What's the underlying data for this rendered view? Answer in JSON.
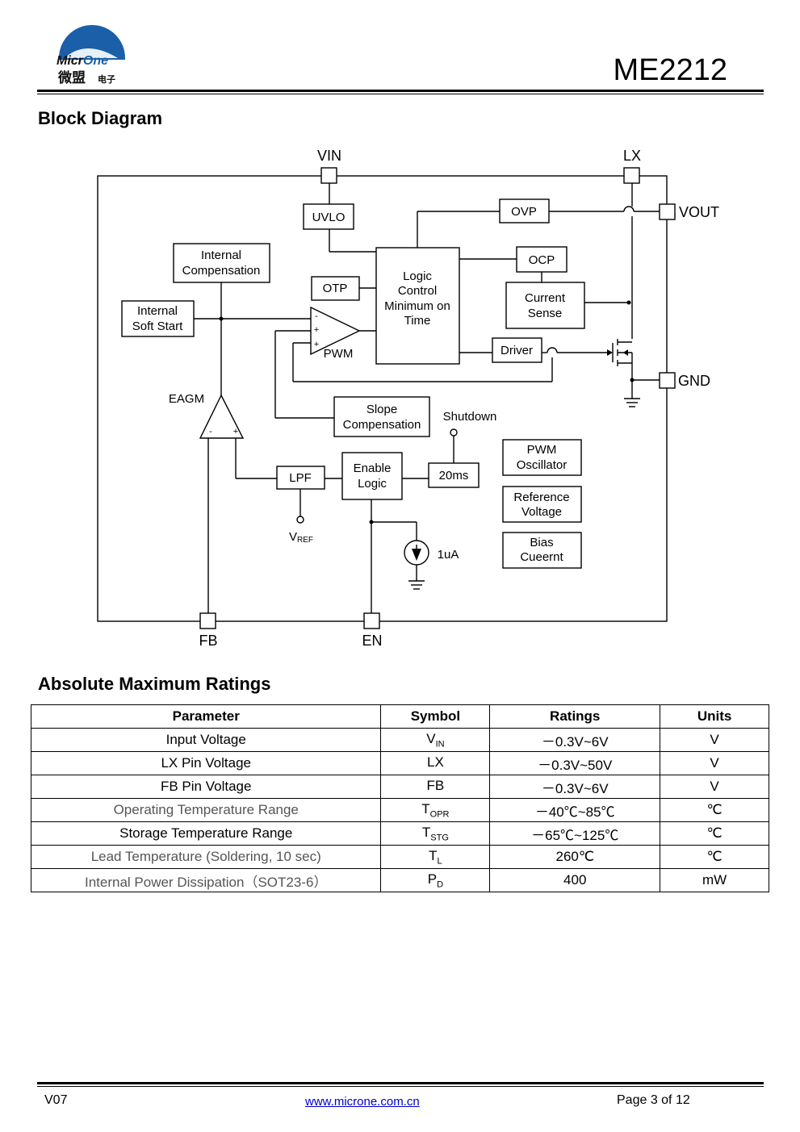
{
  "header": {
    "logo": {
      "brand": "MicrOne",
      "brand_cn": "微盟",
      "brand_cn_small": "电子",
      "logo_color": "#1a5fa8"
    },
    "doc_title": "ME2212"
  },
  "block_diagram": {
    "title": "Block Diagram",
    "pins": {
      "vin": "VIN",
      "lx": "LX",
      "vout": "VOUT",
      "gnd": "GND",
      "fb": "FB",
      "en": "EN"
    },
    "blocks": {
      "uvlo": "UVLO",
      "ovp": "OVP",
      "ocp": "OCP",
      "otp": "OTP",
      "internal_comp": [
        "Internal",
        "Compensation"
      ],
      "soft_start": [
        "Internal",
        "Soft Start"
      ],
      "logic": [
        "Logic",
        "Control",
        "Minimum on",
        "Time"
      ],
      "current_sense": [
        "Current",
        "Sense"
      ],
      "driver": "Driver",
      "slope_comp": [
        "Slope",
        "Compensation"
      ],
      "lpf": "LPF",
      "enable_logic": [
        "Enable",
        "Logic"
      ],
      "delay": "20ms",
      "pwm_osc": [
        "PWM",
        "Oscillator"
      ],
      "ref_voltage": [
        "Reference",
        "Voltage"
      ],
      "bias_current": [
        "Bias",
        "Cueernt"
      ]
    },
    "labels": {
      "pwm": "PWM",
      "eagm": "EAGM",
      "shutdown": "Shutdown",
      "vref": "V",
      "vref_sub": "REF",
      "current_source": "1uA"
    }
  },
  "ratings": {
    "title": "Absolute Maximum Ratings",
    "columns": [
      "Parameter",
      "Symbol",
      "Ratings",
      "Units"
    ],
    "rows": [
      {
        "parameter": "Input Voltage",
        "symbol": "V",
        "symbol_sub": "IN",
        "rating": "－0.3V~6V",
        "unit": "V"
      },
      {
        "parameter": "LX Pin Voltage",
        "symbol": "LX",
        "symbol_sub": "",
        "rating": "－0.3V~50V",
        "unit": "V"
      },
      {
        "parameter": "FB Pin Voltage",
        "symbol": "FB",
        "symbol_sub": "",
        "rating": "－0.3V~6V",
        "unit": "V"
      },
      {
        "parameter": "Operating Temperature Range",
        "symbol": "T",
        "symbol_sub": "OPR",
        "rating": "－40℃~85℃",
        "unit": "℃"
      },
      {
        "parameter": "Storage Temperature Range",
        "symbol": "T",
        "symbol_sub": "STG",
        "rating": "－65℃~125℃",
        "unit": "℃"
      },
      {
        "parameter": "Lead Temperature (Soldering, 10 sec)",
        "symbol": "T",
        "symbol_sub": "L",
        "rating": "260℃",
        "unit": "℃"
      },
      {
        "parameter": "Internal Power Dissipation（SOT23-6）",
        "symbol": "P",
        "symbol_sub": "D",
        "rating": "400",
        "unit": "mW"
      }
    ]
  },
  "footer": {
    "version": "V07",
    "link": "www.microne.com.cn",
    "page": "Page 3 of 12"
  }
}
